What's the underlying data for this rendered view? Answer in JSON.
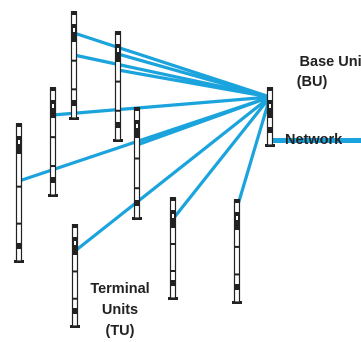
{
  "base_unit": {
    "line1": "Base Unit",
    "line2": "(BU)"
  },
  "network": {
    "label": "Network"
  },
  "terminal_units": {
    "line1": "Terminal",
    "line2": "Units",
    "line3": "(TU)"
  },
  "colors": {
    "link": "#1aa3dc",
    "pole": "#ffffff",
    "outline": "#222222",
    "text": "#222222"
  },
  "icons": {
    "pole": "sensor-pole-icon"
  }
}
